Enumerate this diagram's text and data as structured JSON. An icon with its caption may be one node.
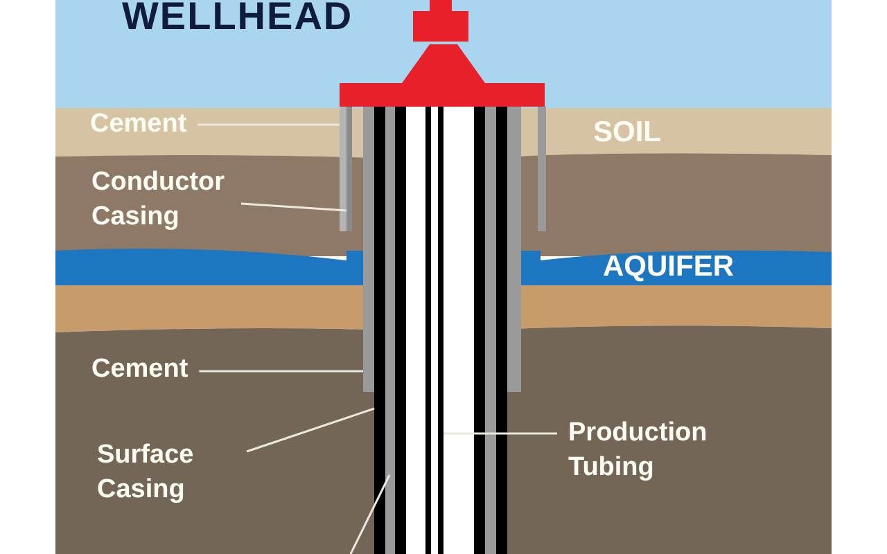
{
  "diagram": {
    "nodes": [
      {
        "text": [
          "Cement"
        ]
      },
      {
        "text": [
          "Conductor Casing"
        ]
      },
      {
        "text": [
          "Cement"
        ]
      },
      {
        "text": [
          "Surface Casing"
        ]
      },
      {
        "text": [
          "Production Tubing"
        ]
      },
      {
        "text": [],
        "shape": "bar"
      },
      {
        "text": [],
        "shape": "bar"
      },
      {
        "text": [],
        "shape": "bar"
      },
      {
        "text": [],
        "shape": "bar"
      },
      {
        "text": [],
        "shape": "bar"
      },
      {
        "text": [],
        "shape": "bar"
      }
    ],
    "edges": [
      {
        "from": 0,
        "to": 5,
        "arrow": "none"
      },
      {
        "from": 1,
        "to": 6,
        "arrow": "none"
      },
      {
        "from": 2,
        "to": 7,
        "arrow": "none"
      },
      {
        "from": 3,
        "to": 8,
        "arrow": "none"
      },
      {
        "from": 4,
        "to": 10,
        "arrow": "none"
      },
      {
        "from": null,
        "to": 9,
        "arrow": "none"
      }
    ],
    "labels": [
      "WELLHEAD",
      "SOIL",
      "AQUIFER"
    ]
  }
}
